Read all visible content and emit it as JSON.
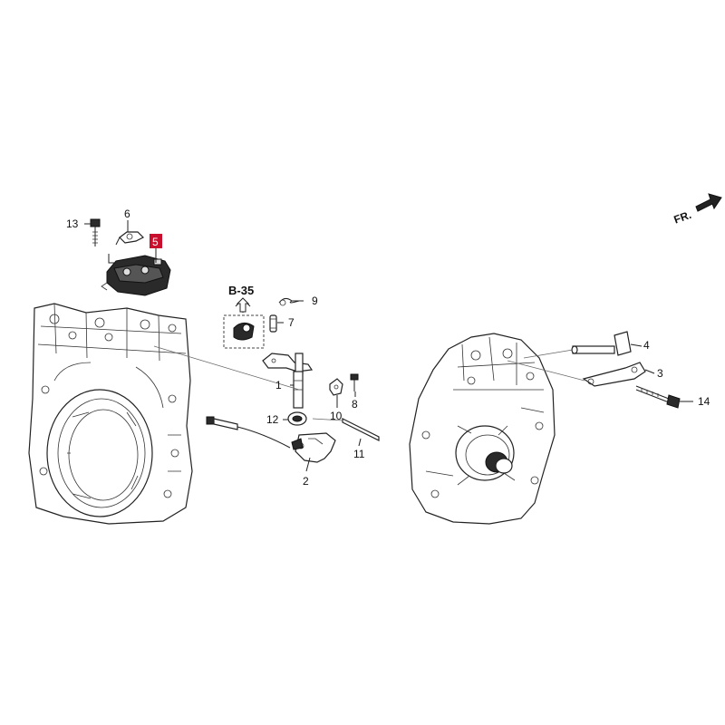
{
  "direction_label": "FR.",
  "reference_label": "B-35",
  "highlight_color": "#c8102e",
  "callouts": [
    {
      "id": "1",
      "text": "1"
    },
    {
      "id": "2",
      "text": "2"
    },
    {
      "id": "3",
      "text": "3"
    },
    {
      "id": "4",
      "text": "4"
    },
    {
      "id": "5",
      "text": "5",
      "highlighted": true
    },
    {
      "id": "6",
      "text": "6"
    },
    {
      "id": "7",
      "text": "7"
    },
    {
      "id": "8",
      "text": "8"
    },
    {
      "id": "9",
      "text": "9"
    },
    {
      "id": "10",
      "text": "10"
    },
    {
      "id": "11",
      "text": "11"
    },
    {
      "id": "12",
      "text": "12"
    },
    {
      "id": "13",
      "text": "13"
    },
    {
      "id": "14",
      "text": "14"
    }
  ]
}
